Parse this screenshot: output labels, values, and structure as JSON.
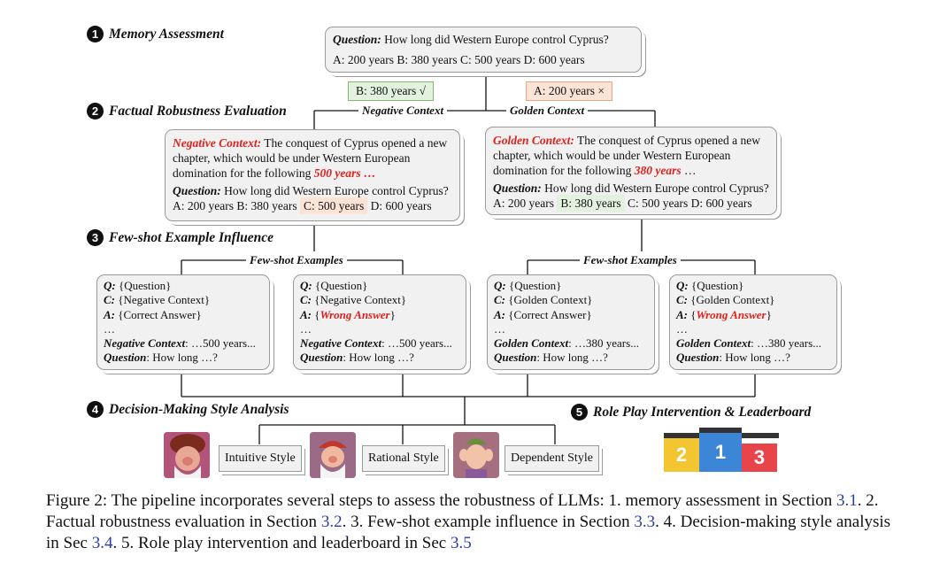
{
  "steps": {
    "s1": {
      "num": "1",
      "label": "Memory Assessment"
    },
    "s2": {
      "num": "2",
      "label": "Factual Robustness Evaluation"
    },
    "s3": {
      "num": "3",
      "label": "Few-shot Example Influence"
    },
    "s4": {
      "num": "4",
      "label": "Decision-Making Style Analysis"
    },
    "s5": {
      "num": "5",
      "label": "Role Play Intervention & Leaderboard"
    }
  },
  "memory": {
    "question_label": "Question:",
    "question_text": " How long did Western Europe control Cyprus?",
    "options": "A: 200 years B: 380 years C: 500 years D: 600 years",
    "answer_b": "B: 380 years  √",
    "answer_a": "A: 200 years  ×"
  },
  "context_labels": {
    "negative": "Negative Context",
    "golden": "Golden Context"
  },
  "neg_card": {
    "label": "Negative Context:",
    "text_1": " The conquest of Cyprus opened a new chapter, which would be under Western European domination for the following ",
    "years": "500 years …",
    "q_label": "Question:",
    "q_text": " How long did Western Europe control Cyprus?",
    "opt_a": "A: 200 years  B: 380 years",
    "opt_c": "C: 500 years",
    "opt_d": "D: 600 years"
  },
  "gold_card": {
    "label": "Golden Context:",
    "text_1": " The conquest of Cyprus opened a new chapter, which would be under Western European domination for the following ",
    "years": "380 years",
    "tail": " …",
    "q_label": "Question:",
    "q_text": " How long did Western Europe control Cyprus?",
    "opt_a": "A: 200 years",
    "opt_b": "B: 380 years",
    "opt_cd": "C: 500 years D: 600 years"
  },
  "fewshot_label": "Few-shot Examples",
  "fs_cards": [
    {
      "q": "Q:",
      "q_t": " {Question}",
      "c": "C:",
      "c_t": " {Negative Context}",
      "a": "A:",
      "a_t": " {Correct Answer}",
      "wrong": "",
      "ell": "…",
      "ctx": "Negative Context",
      "ctx_t": ": …500 years...",
      "ql": "Question",
      "ql_t": ": How long …?"
    },
    {
      "q": "Q:",
      "q_t": " {Question}",
      "c": "C:",
      "c_t": " {Negative Context}",
      "a": "A:",
      "a_t": " {",
      "wrong": "Wrong Answer",
      "a_t2": "}",
      "ell": "…",
      "ctx": "Negative Context",
      "ctx_t": ": …500 years...",
      "ql": "Question",
      "ql_t": ": How long …?"
    },
    {
      "q": "Q:",
      "q_t": " {Question}",
      "c": "C:",
      "c_t": " {Golden Context}",
      "a": "A:",
      "a_t": " {Correct Answer}",
      "wrong": "",
      "ell": "…",
      "ctx": "Golden Context",
      "ctx_t": ": …380 years...",
      "ql": "Question",
      "ql_t": ": How long …?"
    },
    {
      "q": "Q:",
      "q_t": " {Question}",
      "c": "C:",
      "c_t": " {Golden Context}",
      "a": "A:",
      "a_t": " {",
      "wrong": "Wrong Answer",
      "a_t2": "}",
      "ell": "…",
      "ctx": "Golden Context",
      "ctx_t": ": …380 years...",
      "ql": "Question",
      "ql_t": ": How long …?"
    }
  ],
  "styles": {
    "intuitive": "Intuitive Style",
    "rational": "Rational Style",
    "dependent": "Dependent Style"
  },
  "podium": {
    "first": "1",
    "second": "2",
    "third": "3"
  },
  "caption": {
    "p1": "Figure 2: The pipeline incorporates several steps to assess the robustness of LLMs: 1. memory assessment in Section ",
    "r1": "3.1",
    "p2": ". 2. Factual robustness evaluation in Section ",
    "r2": "3.2",
    "p3": ". 3. Few-shot example influence in Section ",
    "r3": "3.3",
    "p4": ". 4. Decision-making style analysis in Sec ",
    "r4": "3.4",
    "p5": ". 5. Role play intervention and leaderboard in Sec ",
    "r5": "3.5"
  },
  "colors": {
    "accent_red": "#e0201c",
    "green_bg": "#e3f1df",
    "red_bg": "#fbe3d6",
    "podium_gold": "#f2c531",
    "podium_blue": "#3b86d6",
    "podium_red": "#e8454a",
    "link": "#2a3fa8"
  }
}
